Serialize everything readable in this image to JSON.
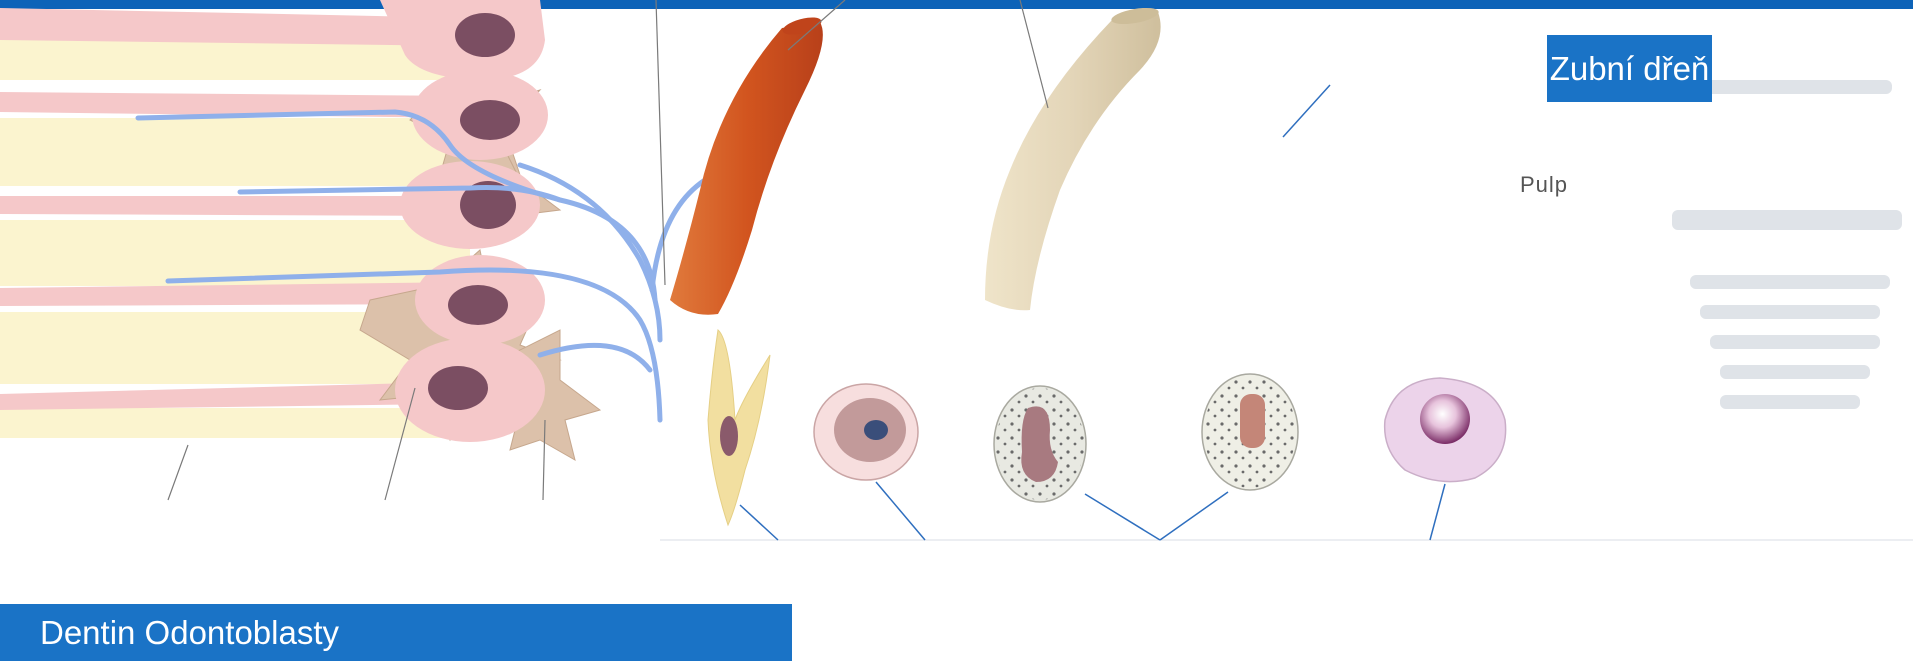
{
  "labels": {
    "dentin_odontoblasty": "Dentin  Odontoblasty",
    "pulp_czech": "Zubní dřeň",
    "pulp_english": "Pulp"
  },
  "colors": {
    "header_bar": "#0d63b8",
    "label_box": "#1a73c6",
    "dentin_stripe": "#fbf4cf",
    "odontoblast_cell": "#f5c8c9",
    "odontoblast_nucleus": "#7b4e62",
    "fibroblast": "#dcc1aa",
    "nerve_fiber": "#8fb0ea",
    "artery": "#d2551f",
    "vein": "#e3d5b8",
    "callout_line": "#2f6fbf"
  },
  "icons": [
    "odontoblast-cell",
    "fibroblast-cell",
    "nerve-fiber",
    "blood-vessel-artery",
    "blood-vessel-vein",
    "pulp-cell"
  ]
}
